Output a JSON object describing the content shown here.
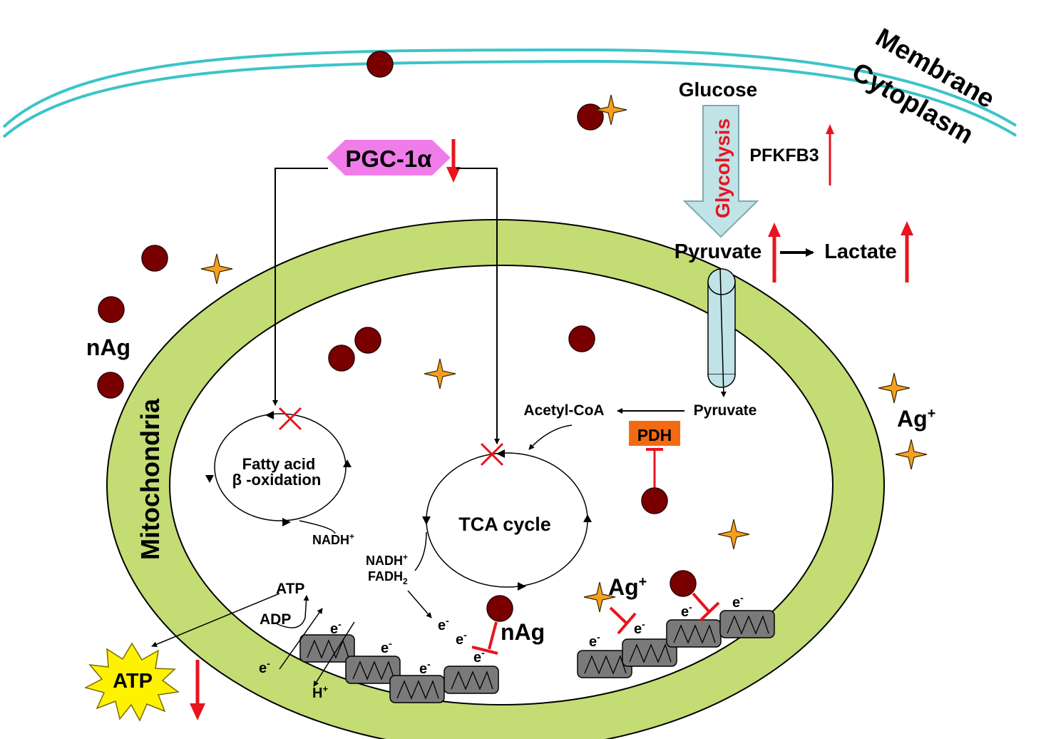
{
  "colors": {
    "membrane": "#3CC4C8",
    "mito_ring": "#C3DC73",
    "nag_particle": "#7A0000",
    "star": "#F5A020",
    "inhibit": "#E8141E",
    "pgc": "#F07CEA",
    "pdh": "#F26B12",
    "glycolysis_arrow": "#BFE3E6",
    "atp_burst": "#FFF200",
    "complex": "#7A7A7A"
  },
  "labels": {
    "membrane": "Membrane",
    "cytoplasm": "Cytoplasm",
    "glucose": "Glucose",
    "glycolysis": "Glycolysis",
    "pfkfb3": "PFKFB3",
    "pyruvate_outer": "Pyruvate",
    "lactate": "Lactate",
    "pgc": "PGC-1α",
    "nag_outer": "nAg",
    "mitochondria": "Mitochondria",
    "ag_outer": "Ag",
    "ag_sup": "+",
    "acetyl_coa": "Acetyl-CoA",
    "pyruvate_inner": "Pyruvate",
    "pdh": "PDH",
    "fa_line1": "Fatty acid",
    "fa_line2": "β -oxidation",
    "tca": "TCA cycle",
    "nadh_fa": "NADH",
    "nadh_fa_sup": "+",
    "nadh_tca": "NADH",
    "nadh_tca_sup": "+",
    "fadh": "FADH",
    "fadh_sub": "2",
    "atp_inner": "ATP",
    "adp": "ADP",
    "atp_burst": "ATP",
    "h_plus": "H",
    "h_sup": "+",
    "electron": "e",
    "electron_sup": "-",
    "nag_inner": "nAg",
    "ag_inner": "Ag",
    "ag_inner_sup": "+"
  }
}
